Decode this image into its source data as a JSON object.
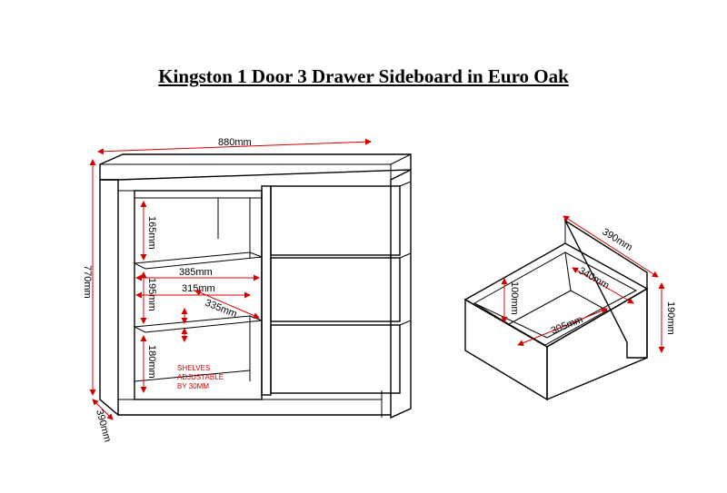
{
  "title": "Kingston 1 Door 3 Drawer Sideboard in Euro Oak",
  "dimensions": {
    "width": "880mm",
    "height": "770mm",
    "depth": "390mm",
    "shelf_top": "165mm",
    "shelf_mid": "195mm",
    "shelf_bottom": "180mm",
    "inner_depth": "385mm",
    "inner_width": "315mm",
    "shelf_depth": "335mm",
    "drawer_depth": "390mm",
    "drawer_inner_depth": "340mm",
    "drawer_inner_width": "305mm",
    "drawer_inner_height": "100mm",
    "drawer_height": "190mm"
  },
  "note": [
    "SHELVES",
    "ADJUSTABLE",
    "BY 30MM"
  ],
  "colors": {
    "dimension_arrow": "#d40000",
    "outline": "#000000"
  }
}
